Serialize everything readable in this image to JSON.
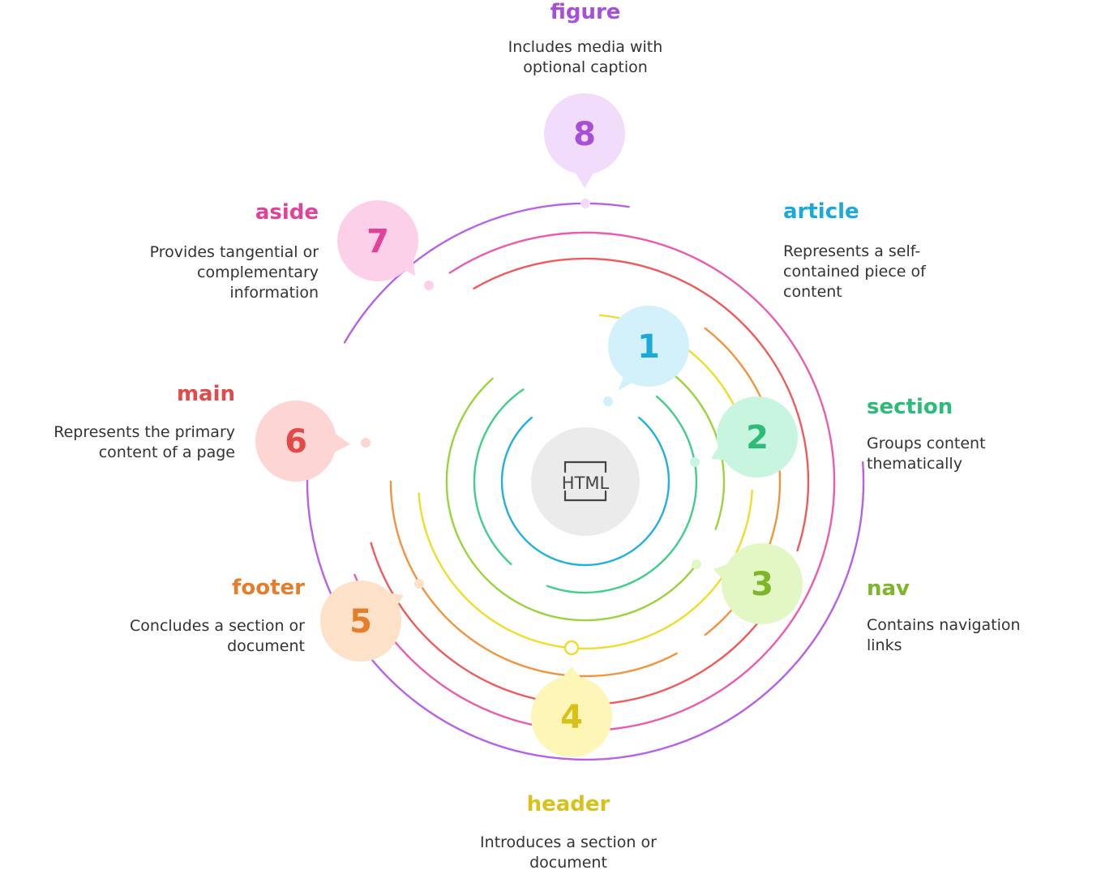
{
  "center": {
    "label": "HTML",
    "icon": "html-document-icon"
  },
  "elements": [
    {
      "number": "1",
      "title": "article",
      "description": "Represents a self-contained piece of content",
      "color": "#1aa9d8",
      "bubble": "#d2f1fb",
      "ring": "#22b0e0"
    },
    {
      "number": "2",
      "title": "section",
      "description": "Groups content thematically",
      "color": "#2dbb78",
      "bubble": "#c8f5e0",
      "ring": "#43cd8b"
    },
    {
      "number": "3",
      "title": "nav",
      "description": "Contains navigation links",
      "color": "#7fb52a",
      "bubble": "#e2f7c4",
      "ring": "#9bd33a"
    },
    {
      "number": "4",
      "title": "header",
      "description": "Introduces a section or document",
      "color": "#d9c11c",
      "bubble": "#fdf6b7",
      "ring": "#f0dc2a"
    },
    {
      "number": "5",
      "title": "footer",
      "description": "Concludes a section or document",
      "color": "#e57e2c",
      "bubble": "#fde1c9",
      "ring": "#f0953f"
    },
    {
      "number": "6",
      "title": "main",
      "description": "Represents the primary content of a page",
      "color": "#e24a4a",
      "bubble": "#fdd5d2",
      "ring": "#ef5a5a"
    },
    {
      "number": "7",
      "title": "aside",
      "description": "Provides tangential or complementary information",
      "color": "#e0429a",
      "bubble": "#fdd0ea",
      "ring": "#ea5cb0"
    },
    {
      "number": "8",
      "title": "figure",
      "description": "Includes media with optional caption",
      "color": "#a74fd8",
      "bubble": "#f1dcfc",
      "ring": "#b661e6"
    }
  ]
}
